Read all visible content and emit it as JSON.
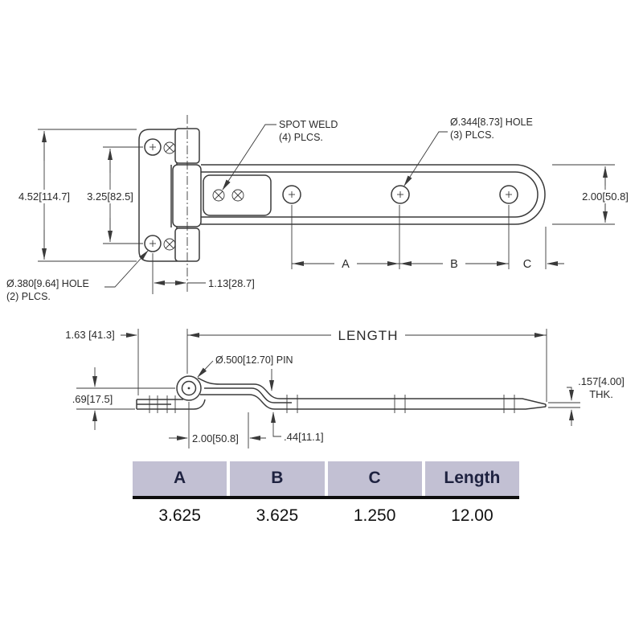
{
  "drawing": {
    "line_color": "#3a3a3a",
    "top_view": {
      "dim_overall_height": "4.52[114.7]",
      "dim_hole_spacing": "3.25[82.5]",
      "dim_pin_offset": "1.13[28.7]",
      "dim_strap_width": "2.00[50.8]",
      "span_a": "A",
      "span_b": "B",
      "span_c": "C",
      "label_spot_weld_line1": "SPOT WELD",
      "label_spot_weld_line2": "(4) PLCS.",
      "label_hole_344_line1": "Ø.344[8.73] HOLE",
      "label_hole_344_line2": "(3) PLCS.",
      "label_hole_380_line1": "Ø.380[9.64] HOLE",
      "label_hole_380_line2": "(2) PLCS."
    },
    "side_view": {
      "dim_end_to_pin": "1.63 [41.3]",
      "dim_length_label": "LENGTH",
      "label_pin": "Ø.500[12.70] PIN",
      "dim_leaf_height": ".69[17.5]",
      "dim_pin_to_offset": "2.00[50.8]",
      "dim_offset_height": ".44[11.1]",
      "dim_thickness_line1": ".157[4.00]",
      "dim_thickness_line2": "THK."
    }
  },
  "table": {
    "headers": [
      "A",
      "B",
      "C",
      "Length"
    ],
    "values": [
      "3.625",
      "3.625",
      "1.250",
      "12.00"
    ],
    "header_bg": "#c2c0d3",
    "header_text_color": "#1e2240"
  }
}
